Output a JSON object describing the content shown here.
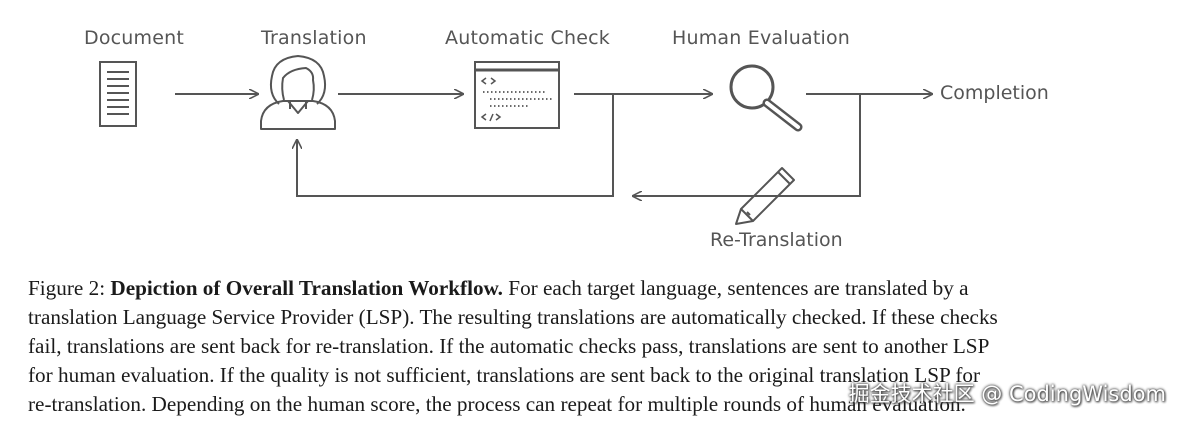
{
  "diagram": {
    "nodes": {
      "document": "Document",
      "translation": "Translation",
      "automatic_check": "Automatic Check",
      "human_evaluation": "Human Evaluation",
      "completion": "Completion",
      "retranslation": "Re-Translation"
    },
    "icons": {
      "document": "document-icon",
      "translation": "person-icon",
      "automatic_check": "code-window-icon",
      "human_evaluation": "magnifier-icon",
      "retranslation": "pencil-icon"
    },
    "colors": {
      "stroke": "#555555",
      "text": "#555555",
      "caption": "#1a1a1a"
    }
  },
  "caption": {
    "label": "Figure 2:",
    "title": "Depiction of Overall Translation Workflow.",
    "line1_rest": "For each target language, sentences are translated by a",
    "line2": "translation Language Service Provider (LSP). The resulting translations are automatically checked. If these checks",
    "line3": "fail, translations are sent back for re-translation. If the automatic checks pass, translations are sent to another LSP",
    "line4": "for human evaluation. If the quality is not sufficient, translations are sent back to the original translation LSP for",
    "line5": "re-translation. Depending on the human score, the process can repeat for multiple rounds of human evaluation."
  },
  "watermark": "掘金技术社区 @ CodingWisdom"
}
